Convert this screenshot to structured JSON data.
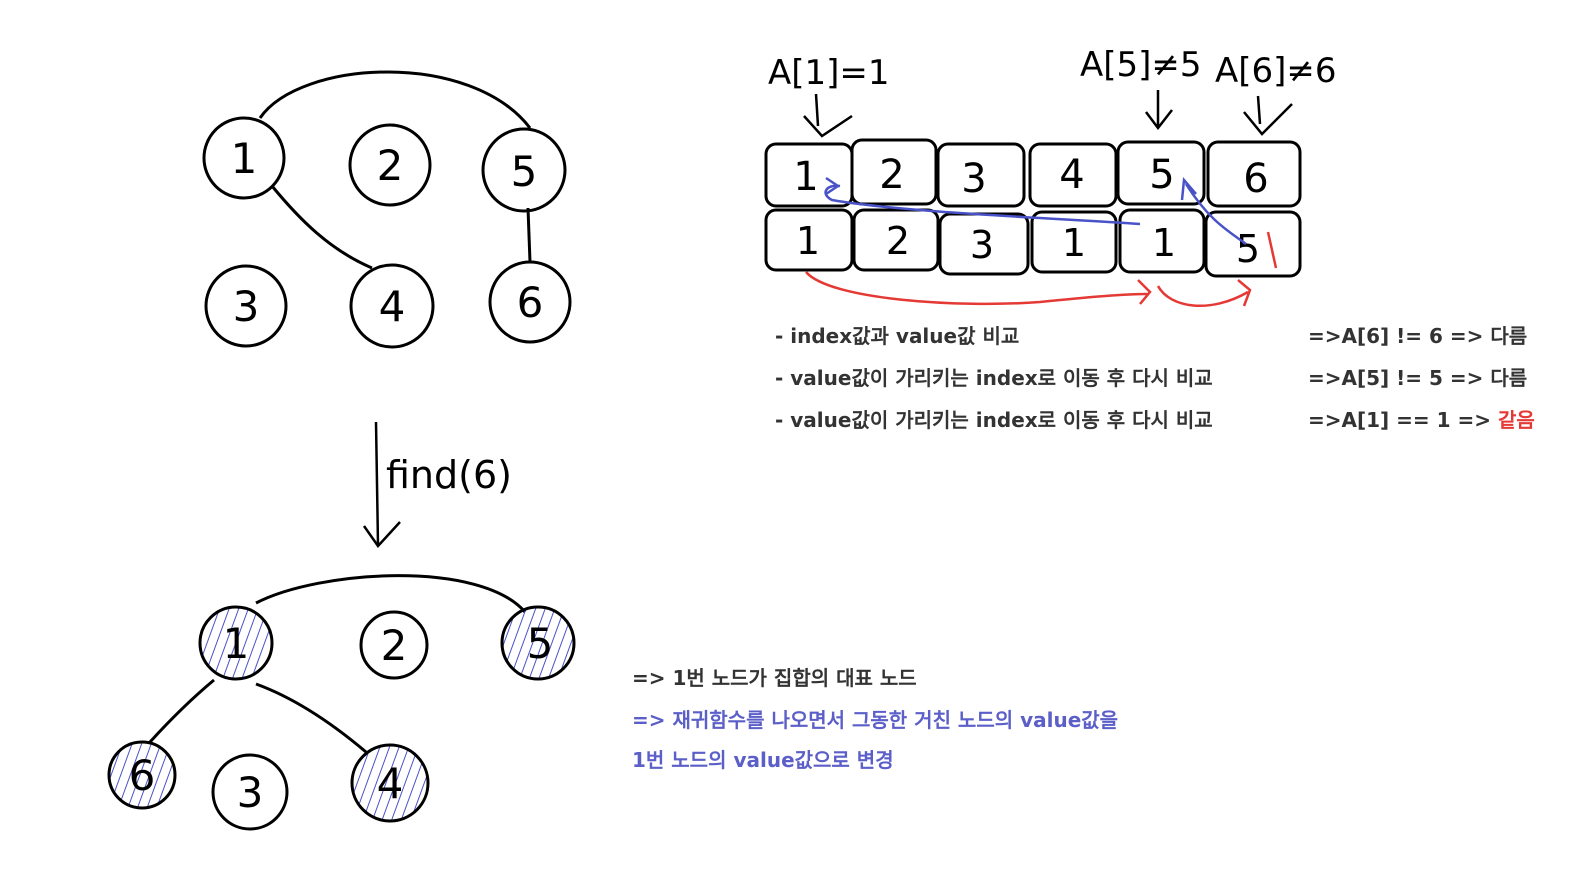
{
  "diagram": {
    "top_graph": {
      "nodes": [
        "1",
        "2",
        "5",
        "3",
        "4",
        "6"
      ]
    },
    "bottom_graph": {
      "nodes": [
        "1",
        "2",
        "5",
        "6",
        "3",
        "4"
      ]
    },
    "find_label": "find(6)",
    "array": {
      "index_row": [
        "1",
        "2",
        "3",
        "4",
        "5",
        "6"
      ],
      "value_row": [
        "1",
        "2",
        "3",
        "1",
        "1",
        "5"
      ],
      "annotations": [
        "A[1]=1",
        "A[5]≠5",
        "A[6]≠6"
      ]
    },
    "compare_notes": [
      {
        "text": "- index값과 value값 비교",
        "result": "=>A[6] != 6 => ",
        "outcome": "다름",
        "outcome_color": "#333333"
      },
      {
        "text": "- value값이 가리키는 index로 이동 후 다시 비교",
        "result": "=>A[5] != 5 => ",
        "outcome": "다름",
        "outcome_color": "#333333"
      },
      {
        "text": "- value값이 가리키는 index로 이동 후 다시 비교",
        "result": "=>A[1] == 1 => ",
        "outcome": "같음",
        "outcome_color": "#e53935"
      }
    ],
    "result_notes": {
      "line1": "=> 1번 노드가 집합의 대표 노드",
      "line2": "=> 재귀함수를 나오면서 그동한 거친 노드의 value값을",
      "line3": "1번 노드의 value값으로 변경"
    },
    "colors": {
      "ink": "#000000",
      "blue": "#4a52c8",
      "red": "#e53935",
      "text": "#333333"
    }
  }
}
